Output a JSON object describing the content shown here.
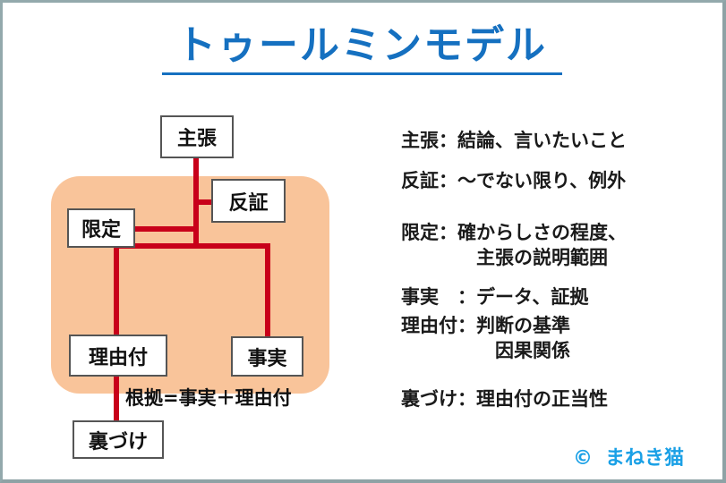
{
  "title": "トゥールミンモデル",
  "colors": {
    "title": "#1570c0",
    "panel": "#f9c49a",
    "connector": "#c8001a",
    "credit": "#1aa0e6",
    "frame": "#93a9ac"
  },
  "diagram": {
    "nodes": {
      "claim": "主張",
      "rebuttal": "反証",
      "qualifier": "限定",
      "warrant": "理由付",
      "data": "事実",
      "backing": "裏づけ"
    },
    "formula": "根拠=事実＋理由付"
  },
  "legend": [
    {
      "term": "主張：",
      "desc": "結論、言いたいこと"
    },
    {
      "term": "反証：",
      "desc": "～でない限り、例外"
    },
    {
      "term": "限定：",
      "desc": "確からしさの程度、",
      "desc2": "主張の説明範囲"
    },
    {
      "term": "事実　：",
      "desc": "データ、証拠"
    },
    {
      "term": "理由付：",
      "desc": "判断の基準",
      "desc2": "因果関係"
    },
    {
      "term": "裏づけ：",
      "desc": "理由付の正当性"
    }
  ],
  "credit": {
    "symbol": "©",
    "name": "まねき猫"
  }
}
